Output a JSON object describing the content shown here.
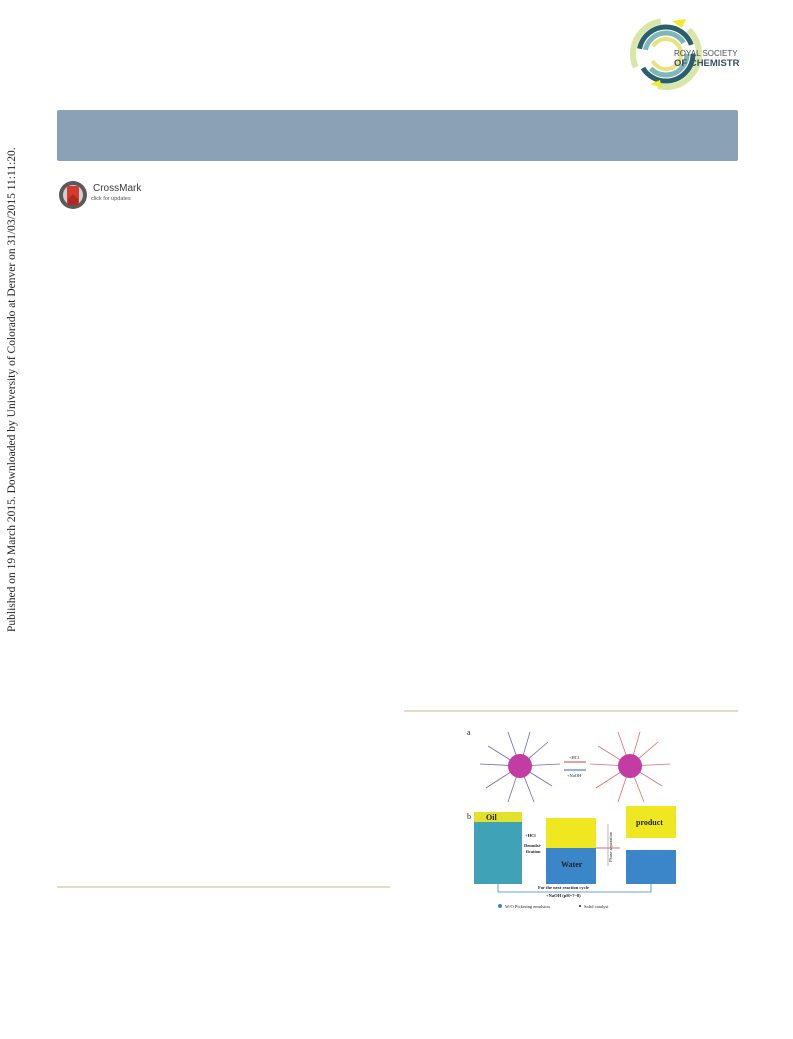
{
  "side_stamp": "Published on 19 March 2015. Downloaded by University of Colorado at Denver on 31/03/2015 11:11:20.",
  "logo": {
    "line1": "ROYAL SOCIETY",
    "line2": "OF CHEMISTRY"
  },
  "crossmark": {
    "label": "CrossMark",
    "sub": "click for updates"
  },
  "figure": {
    "panel_a": "a",
    "panel_b": "b",
    "hcl_top": "+HCl",
    "naoh_top": "+NaOH",
    "oil": "Oil",
    "hcl_b": "+HCl",
    "demulsification_1": "Demulsi-",
    "demulsification_2": "fication",
    "water": "Water",
    "phase_separation": "Phase separation",
    "product": "product",
    "cycle_1": "For the next  reaction cycle",
    "cycle_2": "+NaOH (pH=7~8)",
    "legend_1": "W/O Pickering emulsion",
    "legend_2": "Solid catalyst"
  }
}
